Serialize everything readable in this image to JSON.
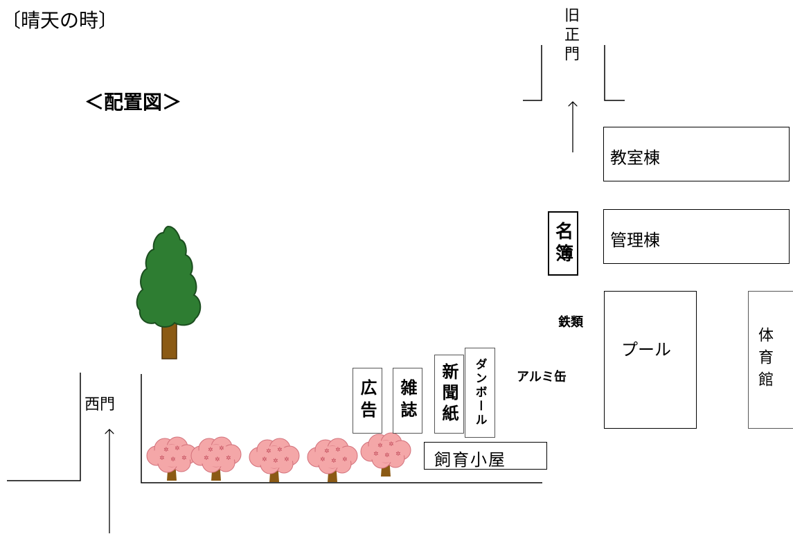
{
  "header": {
    "title": "〔晴天の時〕",
    "subtitle": "＜配置図＞"
  },
  "gates": {
    "old_main_gate": "旧正門",
    "west_gate": "西門"
  },
  "buildings": {
    "classroom": "教室棟",
    "admin": "管理棟",
    "pool": "プール",
    "gym": "体育館",
    "hutch": "飼育小屋"
  },
  "roster": "名簿",
  "recycling": {
    "ads": "広告",
    "magazines": "雑誌",
    "newspaper": "新聞紙",
    "cardboard": "ダンボール",
    "metal": "鉄類",
    "aluminum": "アルミ缶"
  },
  "colors": {
    "tree_green": "#2e7d32",
    "tree_dark": "#1b4d1f",
    "trunk": "#8b5a14",
    "blossom": "#f4a7a8",
    "blossom_edge": "#d2707a"
  }
}
